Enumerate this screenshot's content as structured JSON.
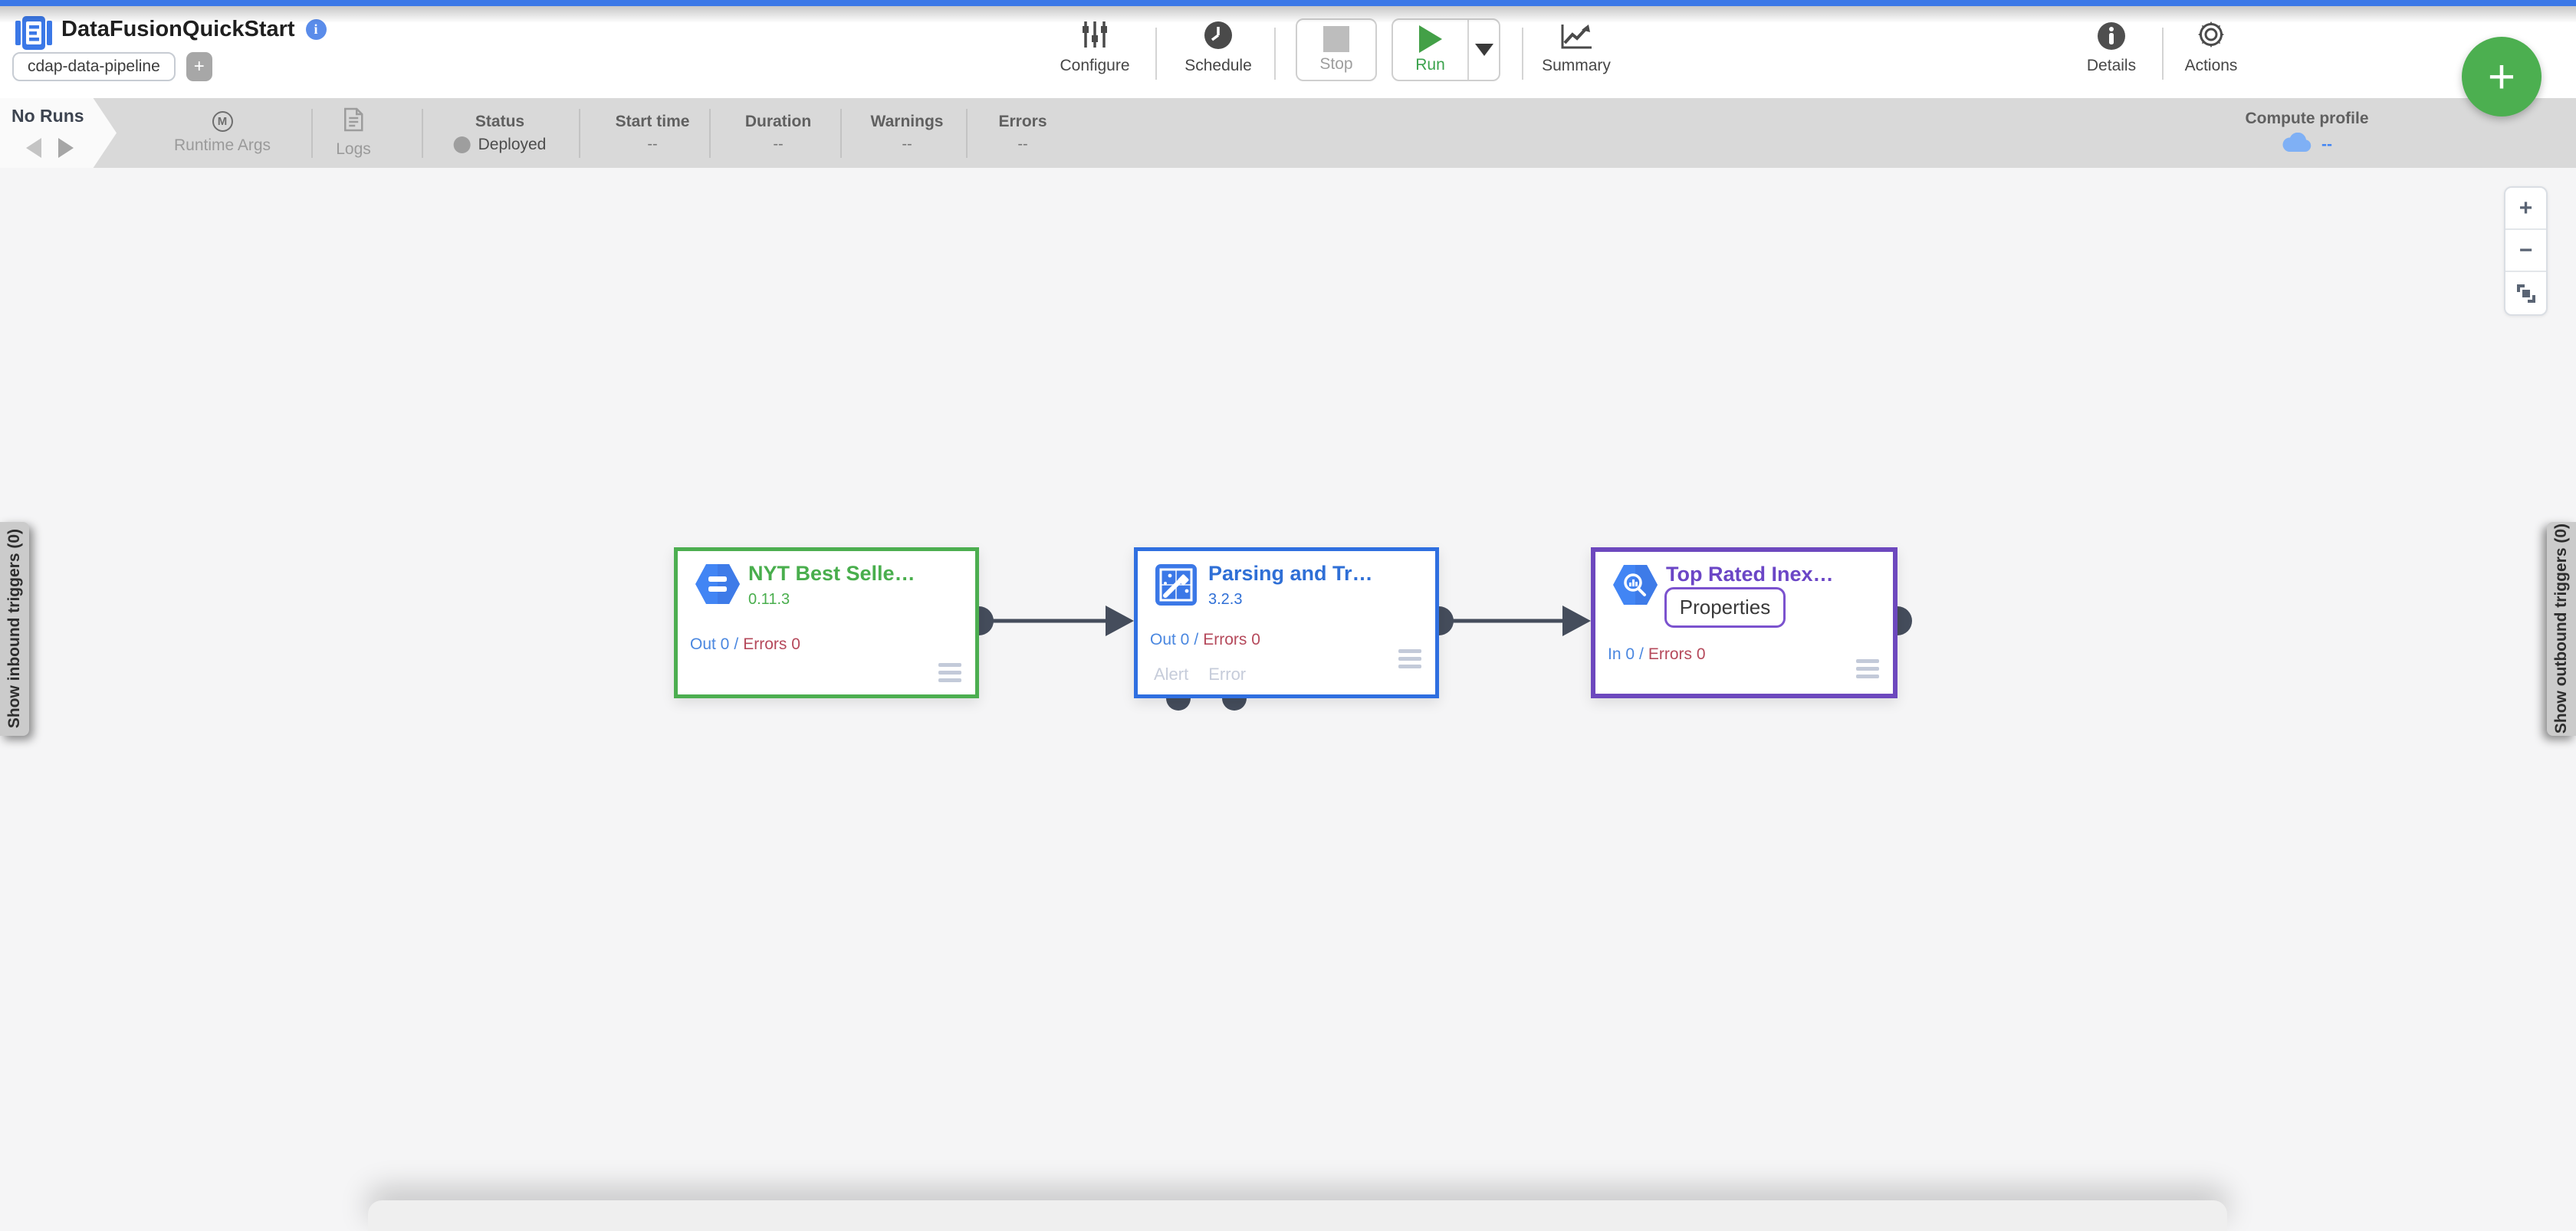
{
  "header": {
    "logo_glyph": "E",
    "title": "DataFusionQuickStart",
    "info_glyph": "i",
    "pipeline_type_tag": "cdap-data-pipeline",
    "add_tag_label": "+",
    "toolbar": {
      "configure": "Configure",
      "schedule": "Schedule",
      "stop": "Stop",
      "run": "Run",
      "summary": "Summary",
      "details": "Details",
      "actions": "Actions"
    },
    "fab_label": "+"
  },
  "runs_bar": {
    "no_runs": "No Runs",
    "runtime_args": {
      "icon_glyph": "M",
      "label": "Runtime Args"
    },
    "logs_label": "Logs",
    "status": {
      "label": "Status",
      "value": "Deployed"
    },
    "columns": [
      {
        "label": "Start time",
        "value": "--"
      },
      {
        "label": "Duration",
        "value": "--"
      },
      {
        "label": "Warnings",
        "value": "--"
      },
      {
        "label": "Errors",
        "value": "--"
      }
    ],
    "compute_profile": {
      "label": "Compute profile",
      "value": "--"
    }
  },
  "canvas": {
    "zoom_controls": {
      "zoom_in": "+",
      "zoom_out": "−"
    },
    "inbound_triggers_label": "Show inbound triggers (0)",
    "outbound_triggers_label": "Show outbound triggers (0)",
    "metrics_separator": "/",
    "nodes": [
      {
        "name": "NYT Best Selle…",
        "version": "0.11.3",
        "out_label": "Out 0",
        "errors_label": "Errors 0",
        "accent": "#4CAF50",
        "icon": "gcs-hexagon-icon"
      },
      {
        "name": "Parsing and Tr…",
        "version": "3.2.3",
        "out_label": "Out 0",
        "errors_label": "Errors 0",
        "accent": "#2F6FE0",
        "icon": "wrangler-icon",
        "ports": [
          "Alert",
          "Error"
        ]
      },
      {
        "name": "Top Rated Inex…",
        "properties_label": "Properties",
        "in_label": "In 0",
        "errors_label": "Errors 0",
        "accent": "#6D48BE",
        "icon": "bigquery-hexagon-icon"
      }
    ]
  },
  "colors": {
    "top_strip": "#3B78E7",
    "run_green": "#43A047",
    "fab_green": "#4CAF50",
    "node1_accent": "#4CAF50",
    "node2_accent": "#2F6FE0",
    "node3_accent": "#6D48BE",
    "metrics_out_blue": "#4A87E0",
    "metrics_error_red": "#B5495B",
    "port_dark": "#454D5C",
    "bar_gray": "#D9D9D9",
    "status_gray": "#9E9E9E"
  }
}
